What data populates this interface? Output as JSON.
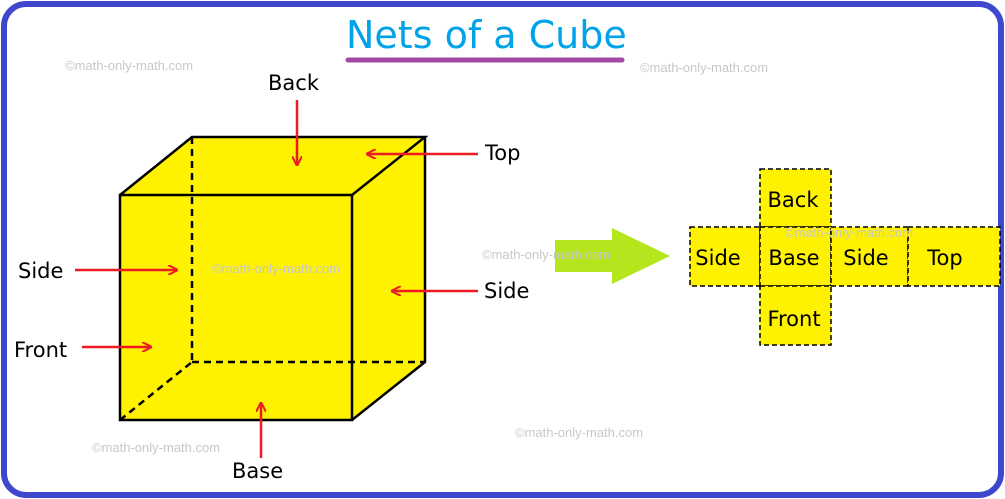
{
  "title": "Nets of a Cube",
  "watermark": "©math-only-math.com",
  "cube_labels": {
    "back": "Back",
    "top": "Top",
    "side_left": "Side",
    "side_right": "Side",
    "front": "Front",
    "base": "Base"
  },
  "net_faces": {
    "back": "Back",
    "side_left": "Side",
    "base": "Base",
    "side_right": "Side",
    "top": "Top",
    "front": "Front"
  },
  "colors": {
    "border": "#3f48cc",
    "title": "#00a2e8",
    "underline": "#a349a4",
    "face": "#fff200",
    "arrow": "#ed1c24",
    "green_arrow": "#b5e61d"
  }
}
